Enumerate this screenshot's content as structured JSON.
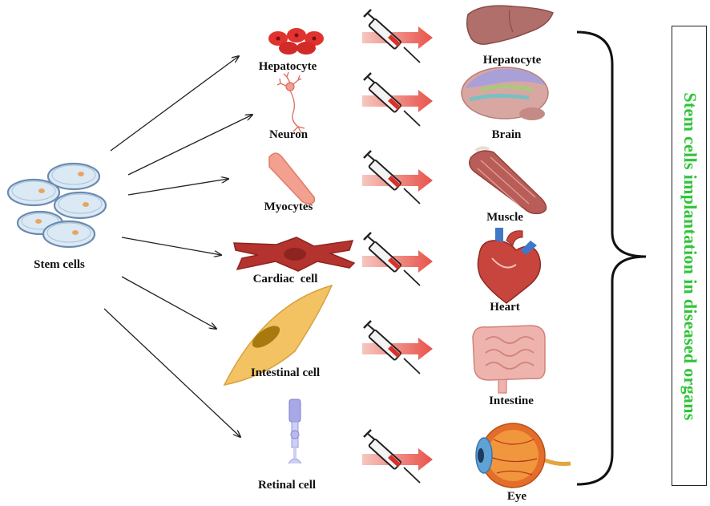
{
  "source_label": "Stem cells",
  "differentiated_cells": [
    {
      "label": "Hepatocyte"
    },
    {
      "label": "Neuron"
    },
    {
      "label": "Myocytes"
    },
    {
      "label": "Cardiac  cell"
    },
    {
      "label": "Intestinal cell"
    },
    {
      "label": "Retinal cell"
    }
  ],
  "organs": [
    {
      "label": "Hepatocyte",
      "icon": "liver-icon"
    },
    {
      "label": "Brain",
      "icon": "brain-icon"
    },
    {
      "label": "Muscle",
      "icon": "muscle-icon"
    },
    {
      "label": "Heart",
      "icon": "heart-icon"
    },
    {
      "label": "Intestine",
      "icon": "intestine-icon"
    },
    {
      "label": "Eye",
      "icon": "eye-icon"
    }
  ],
  "side_title": "Stem cells implantation in diseased organs",
  "colors": {
    "side_title": "#2fc437",
    "injection_arrow": "#e8534a",
    "syringe_fluid": "#d9302a"
  }
}
